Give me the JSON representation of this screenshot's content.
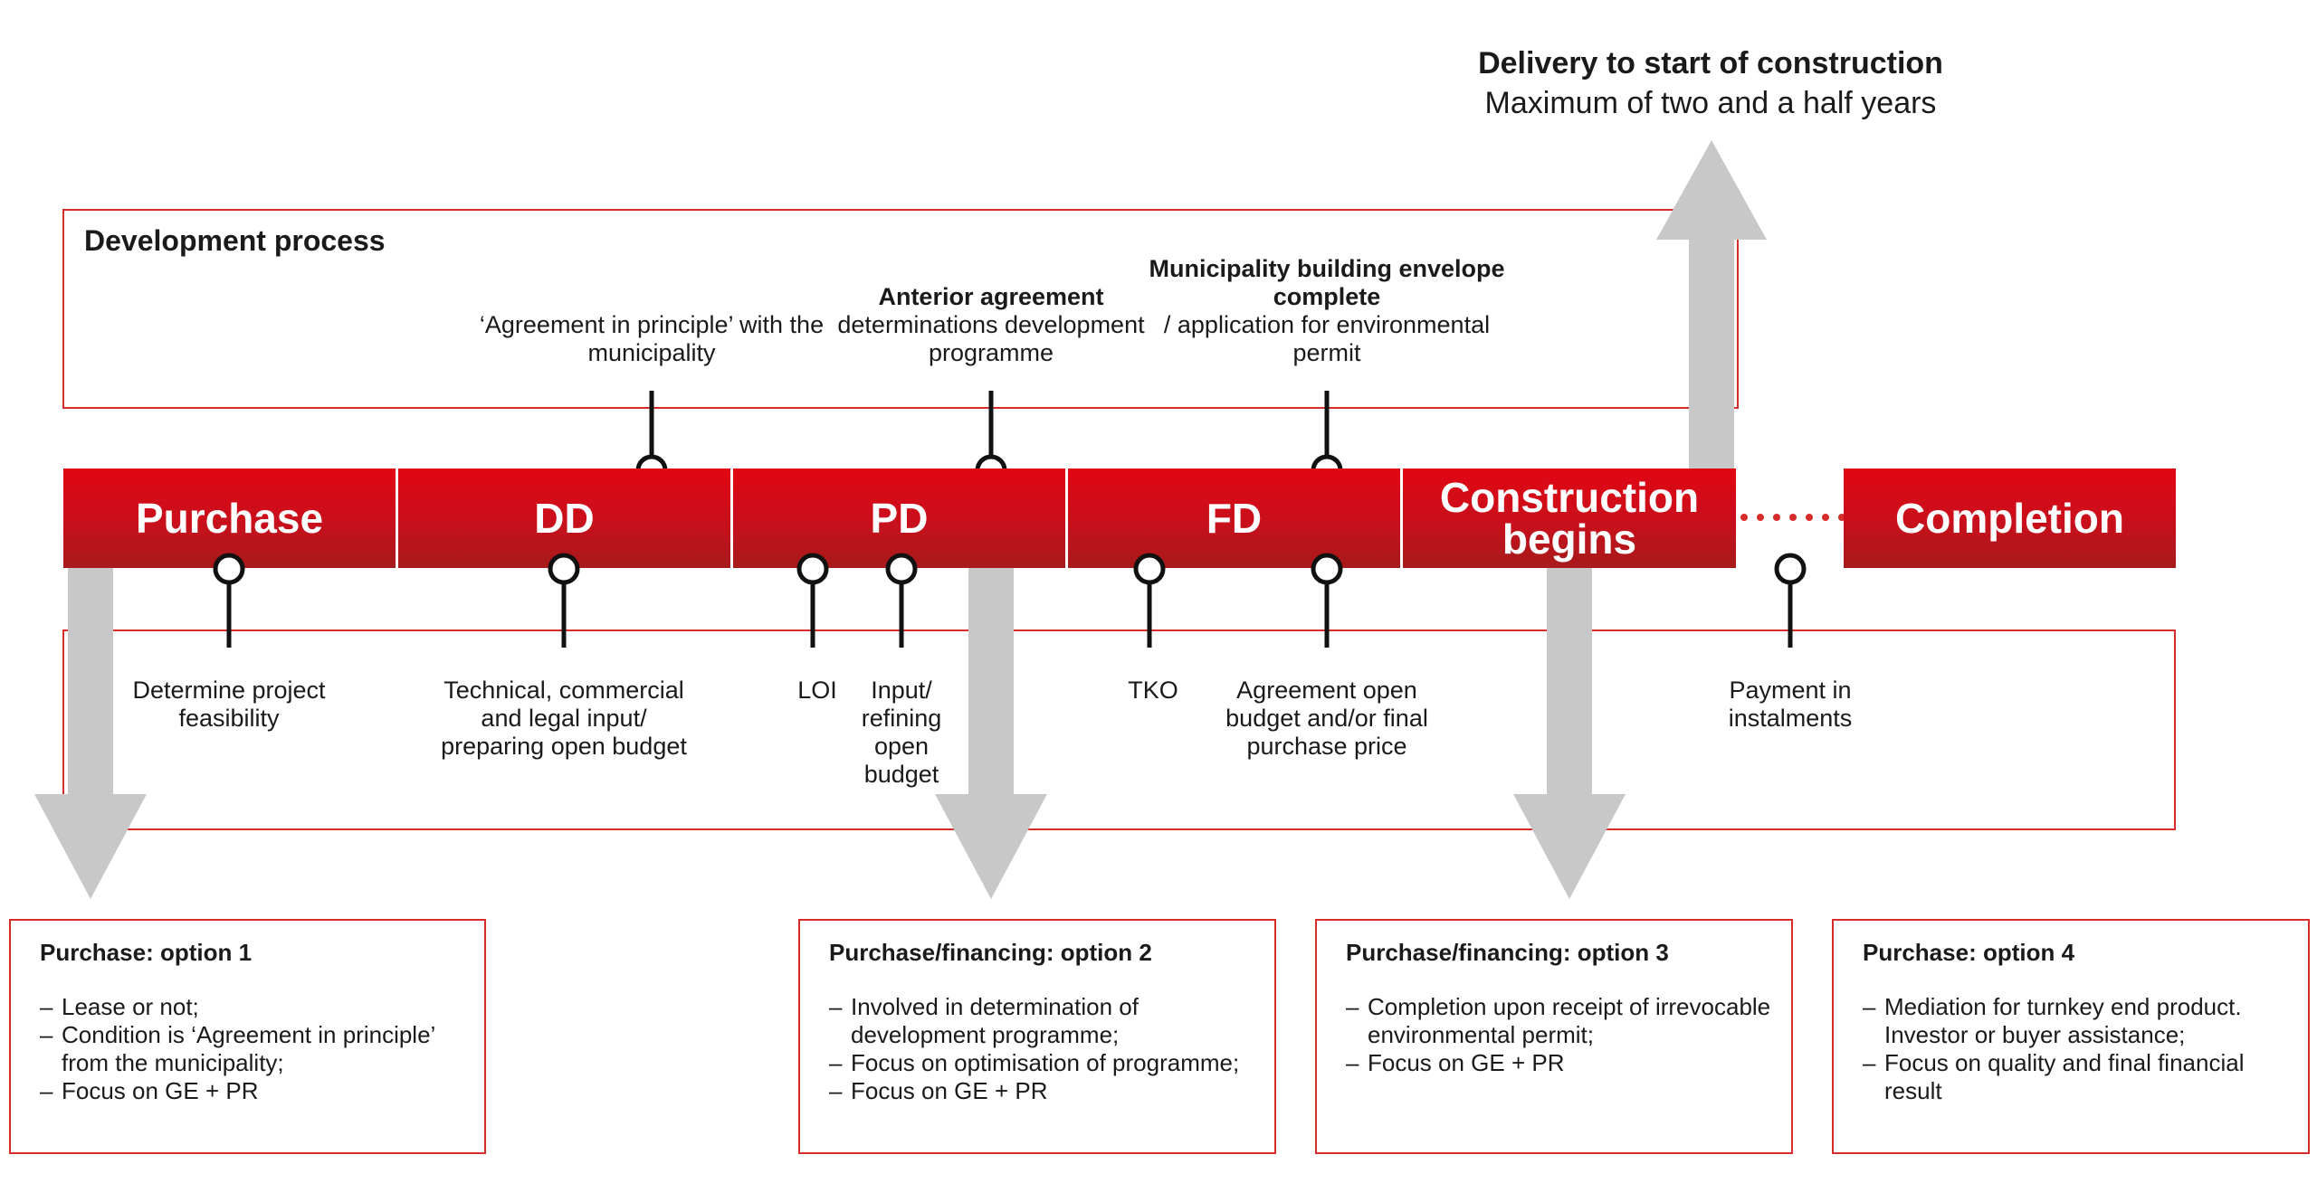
{
  "header": {
    "title": "Delivery to start of construction",
    "subtitle": "Maximum of two and a half years"
  },
  "frame_label": "Development process",
  "phases": [
    {
      "label": "Purchase"
    },
    {
      "label": "DD"
    },
    {
      "label": "PD"
    },
    {
      "label": "FD"
    },
    {
      "label": "Construction begins"
    },
    {
      "label": "Completion"
    }
  ],
  "top_milestones": [
    {
      "bold": "",
      "text": "‘Agreement in principle’ with the municipality"
    },
    {
      "bold": "Anterior agreement",
      "text": "determinations development programme"
    },
    {
      "bold": "Municipality building envelope complete",
      "text": "/ application for environmental permit"
    }
  ],
  "bottom_milestones": [
    {
      "text": "Determine project feasibility"
    },
    {
      "text": "Technical, commercial and legal input/ preparing open budget"
    },
    {
      "text": "LOI"
    },
    {
      "text": "Input/ refining open budget"
    },
    {
      "text": "TKO"
    },
    {
      "text": "Agreement open budget and/or final purchase price"
    },
    {
      "text": "Payment in instalments"
    }
  ],
  "options": [
    {
      "title": "Purchase: option 1",
      "items": [
        "Lease or not;",
        "Condition is ‘Agreement in principle’ from the municipality;",
        "Focus on GE + PR"
      ]
    },
    {
      "title": "Purchase/financing: option 2",
      "items": [
        "Involved in determination of development programme;",
        "Focus on optimisation of programme;",
        "Focus on GE + PR"
      ]
    },
    {
      "title": "Purchase/financing: option 3",
      "items": [
        "Completion upon receipt of irrevocable environmental permit;",
        "Focus on GE + PR"
      ]
    },
    {
      "title": "Purchase: option 4",
      "items": [
        "Mediation for turnkey end product. Investor or buyer assistance;",
        "Focus on quality and final financial result"
      ]
    }
  ],
  "colors": {
    "brand_red": "#e10613",
    "frame_red": "#d62c2c",
    "arrow_gray": "#c8c8c8",
    "pin_black": "#111111"
  }
}
